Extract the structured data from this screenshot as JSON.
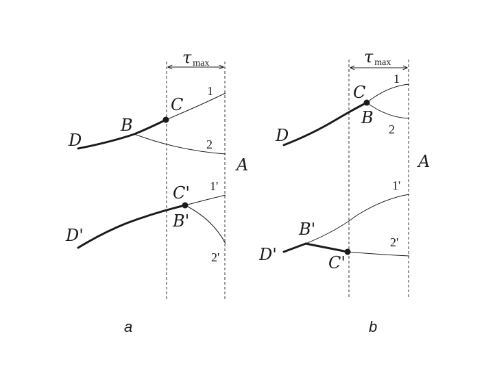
{
  "panel_a": {
    "tau_symbol": "τ",
    "tau_subscript": "max",
    "label_D": "D",
    "label_B": "B",
    "label_C": "C",
    "label_1": "1",
    "label_2": "2",
    "label_D_prime": "D'",
    "label_B_prime": "B'",
    "label_C_prime": "C'",
    "label_1_prime": "1'",
    "label_2_prime": "2'",
    "caption": "a"
  },
  "panel_b": {
    "tau_symbol": "τ",
    "tau_subscript": "max",
    "label_D": "D",
    "label_B": "B",
    "label_C": "C",
    "label_1": "1",
    "label_2": "2",
    "label_D_prime": "D'",
    "label_B_prime": "B'",
    "label_C_prime": "C'",
    "label_1_prime": "1'",
    "label_2_prime": "2'",
    "caption": "b"
  },
  "label_A": "A",
  "colors": {
    "ink": "#1a1a1a",
    "dashed": "#333333",
    "background": "#ffffff"
  }
}
